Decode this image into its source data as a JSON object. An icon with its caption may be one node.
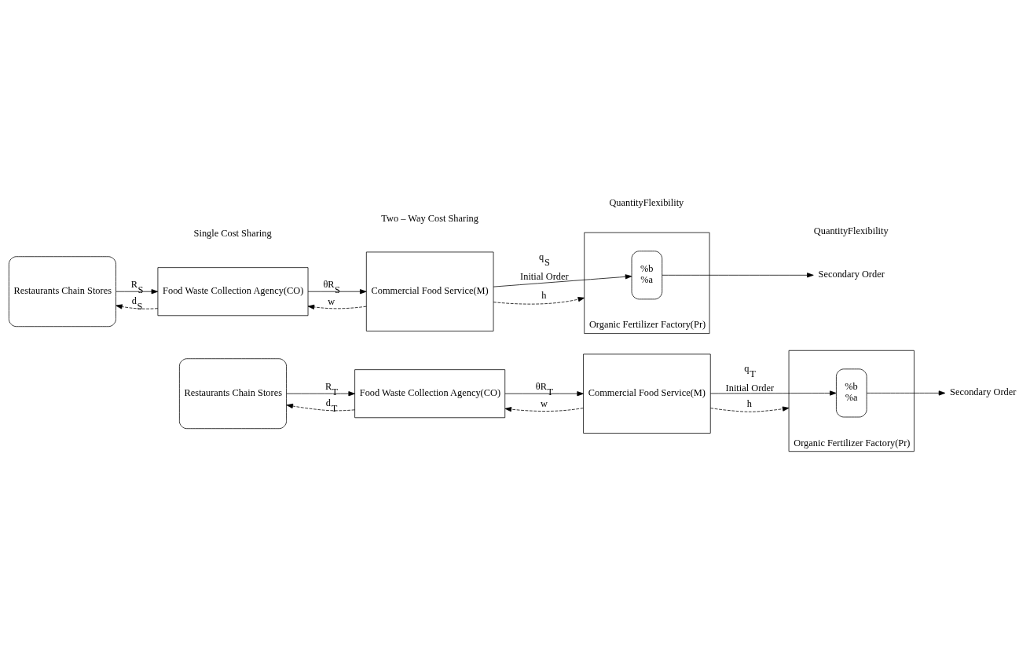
{
  "diagram": {
    "nodes": [
      {
        "text": [
          "Restaurants Chain Stores"
        ]
      },
      {
        "text": [
          "Food Waste Collection Agency(CO)"
        ]
      },
      {
        "text": [
          "Commercial Food Service(M)"
        ]
      },
      {
        "text": [
          "Organic Fertilizer Factory(Pr)"
        ]
      },
      {
        "text": [
          "%b",
          "%a"
        ],
        "in": 3
      },
      {
        "text": [
          "Secondary Order"
        ]
      },
      {
        "text": [
          "Restaurants Chain Stores"
        ]
      },
      {
        "text": [
          "Food Waste Collection Agency(CO)"
        ]
      },
      {
        "text": [
          "Commercial Food Service(M)"
        ]
      },
      {
        "text": [
          "Organic Fertilizer Factory(Pr)"
        ]
      },
      {
        "text": [
          "%b",
          "%a"
        ],
        "in": 9
      },
      {
        "text": [
          "Secondary Order"
        ]
      }
    ],
    "edges": [
      {
        "from": 0,
        "to": 1,
        "arrow": "to",
        "label": "R$_{S}$"
      },
      {
        "from": 1,
        "to": 0,
        "arrow": "to",
        "label": "d$_{S}$",
        "style": "dashed"
      },
      {
        "from": 1,
        "to": 2,
        "arrow": "to",
        "label": "θR$_{S}$"
      },
      {
        "from": 2,
        "to": 1,
        "arrow": "to",
        "label": "w",
        "style": "dashed"
      },
      {
        "from": 2,
        "to": 4,
        "arrow": "to",
        "label": "q$_{S}$ Initial Order"
      },
      {
        "from": 2,
        "to": 3,
        "arrow": "to",
        "label": "h",
        "style": "dashed"
      },
      {
        "from": 4,
        "to": 5,
        "arrow": "to"
      },
      {
        "from": 6,
        "to": 7,
        "arrow": "to",
        "label": "R$_{T}$"
      },
      {
        "from": 7,
        "to": 6,
        "arrow": "to",
        "label": "d$_{T}$",
        "style": "dashed"
      },
      {
        "from": 7,
        "to": 8,
        "arrow": "to",
        "label": "θR$_{T}$"
      },
      {
        "from": 8,
        "to": 7,
        "arrow": "to",
        "label": "w",
        "style": "dashed"
      },
      {
        "from": 8,
        "to": 10,
        "arrow": "to",
        "label": "q$_{T}$ Initial Order"
      },
      {
        "from": 8,
        "to": 9,
        "arrow": "to",
        "label": "h",
        "style": "dashed"
      },
      {
        "from": 10,
        "to": 11,
        "arrow": "to"
      }
    ],
    "labels": [
      "QuantityFlexibility",
      "Single Cost Sharing",
      "QuantityFlexibility",
      "Two – Way Cost Sharing"
    ]
  }
}
